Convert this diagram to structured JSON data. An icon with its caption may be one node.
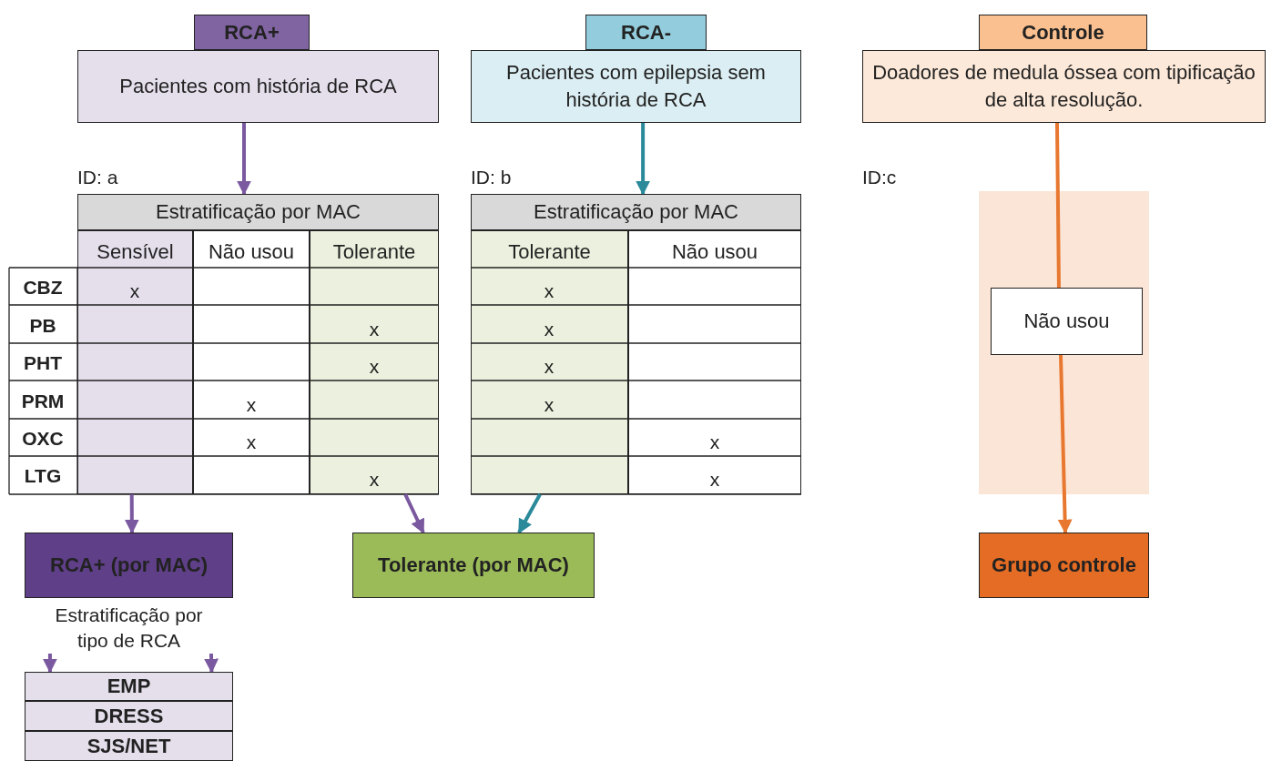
{
  "diagram": {
    "nodes": [
      {
        "text": [
          "RCA+"
        ]
      },
      {
        "text": [
          "Pacientes com história de RCA"
        ]
      },
      {
        "text": [
          "RCA-"
        ]
      },
      {
        "text": [
          "Pacientes com epilepsia sem história de RCA"
        ]
      },
      {
        "text": [
          "Controle"
        ]
      },
      {
        "text": [
          "Doadores de medula óssea com tipificação de alta resolução."
        ]
      },
      {
        "text": [
          "Estratificação por MAC"
        ]
      },
      {
        "text": [
          "Sensível"
        ]
      },
      {
        "text": [
          "Não usou"
        ]
      },
      {
        "text": [
          "Tolerante"
        ]
      },
      {
        "text": [
          "Estratificação por MAC"
        ]
      },
      {
        "text": [
          "Tolerante"
        ]
      },
      {
        "text": [
          "Não usou"
        ]
      },
      {
        "text": [],
        "shape": "bar"
      },
      {
        "text": [
          "Não usou"
        ],
        "in": 13
      },
      {
        "text": [
          "RCA+ (por MAC)"
        ]
      },
      {
        "text": [
          "Tolerante (por MAC)"
        ]
      },
      {
        "text": [
          "Grupo controle"
        ]
      },
      {
        "text": [
          "EMP"
        ]
      },
      {
        "text": [
          "DRESS"
        ]
      },
      {
        "text": [
          "SJS/NET"
        ]
      },
      {
        "text": [
          "Estratificação por tipo de RCA"
        ]
      }
    ],
    "edges": [
      {
        "from": 1,
        "to": 6,
        "arrow": "to"
      },
      {
        "from": 3,
        "to": 10,
        "arrow": "to",
        "color": "#2a8a9a"
      },
      {
        "from": 5,
        "to": 14,
        "arrow": "none",
        "color": "#e87830"
      },
      {
        "from": 14,
        "to": 17,
        "arrow": "to",
        "color": "#e87830"
      },
      {
        "from": 7,
        "to": 15,
        "arrow": "to"
      },
      {
        "from": 9,
        "to": 16,
        "arrow": "to"
      },
      {
        "from": 11,
        "to": 16,
        "arrow": "to",
        "color": "#2a8a9a"
      },
      {
        "from": 21,
        "to": 18,
        "arrow": "to"
      },
      {
        "from": 21,
        "to": 18,
        "arrow": "to"
      }
    ],
    "labels": [
      "ID: a",
      "ID: b",
      "ID:c",
      "CBZ",
      "x",
      "x",
      "PB",
      "x",
      "x",
      "PHT",
      "x",
      "x",
      "PRM",
      "x",
      "x",
      "OXC",
      "x",
      "x",
      "LTG",
      "x",
      "x"
    ]
  }
}
